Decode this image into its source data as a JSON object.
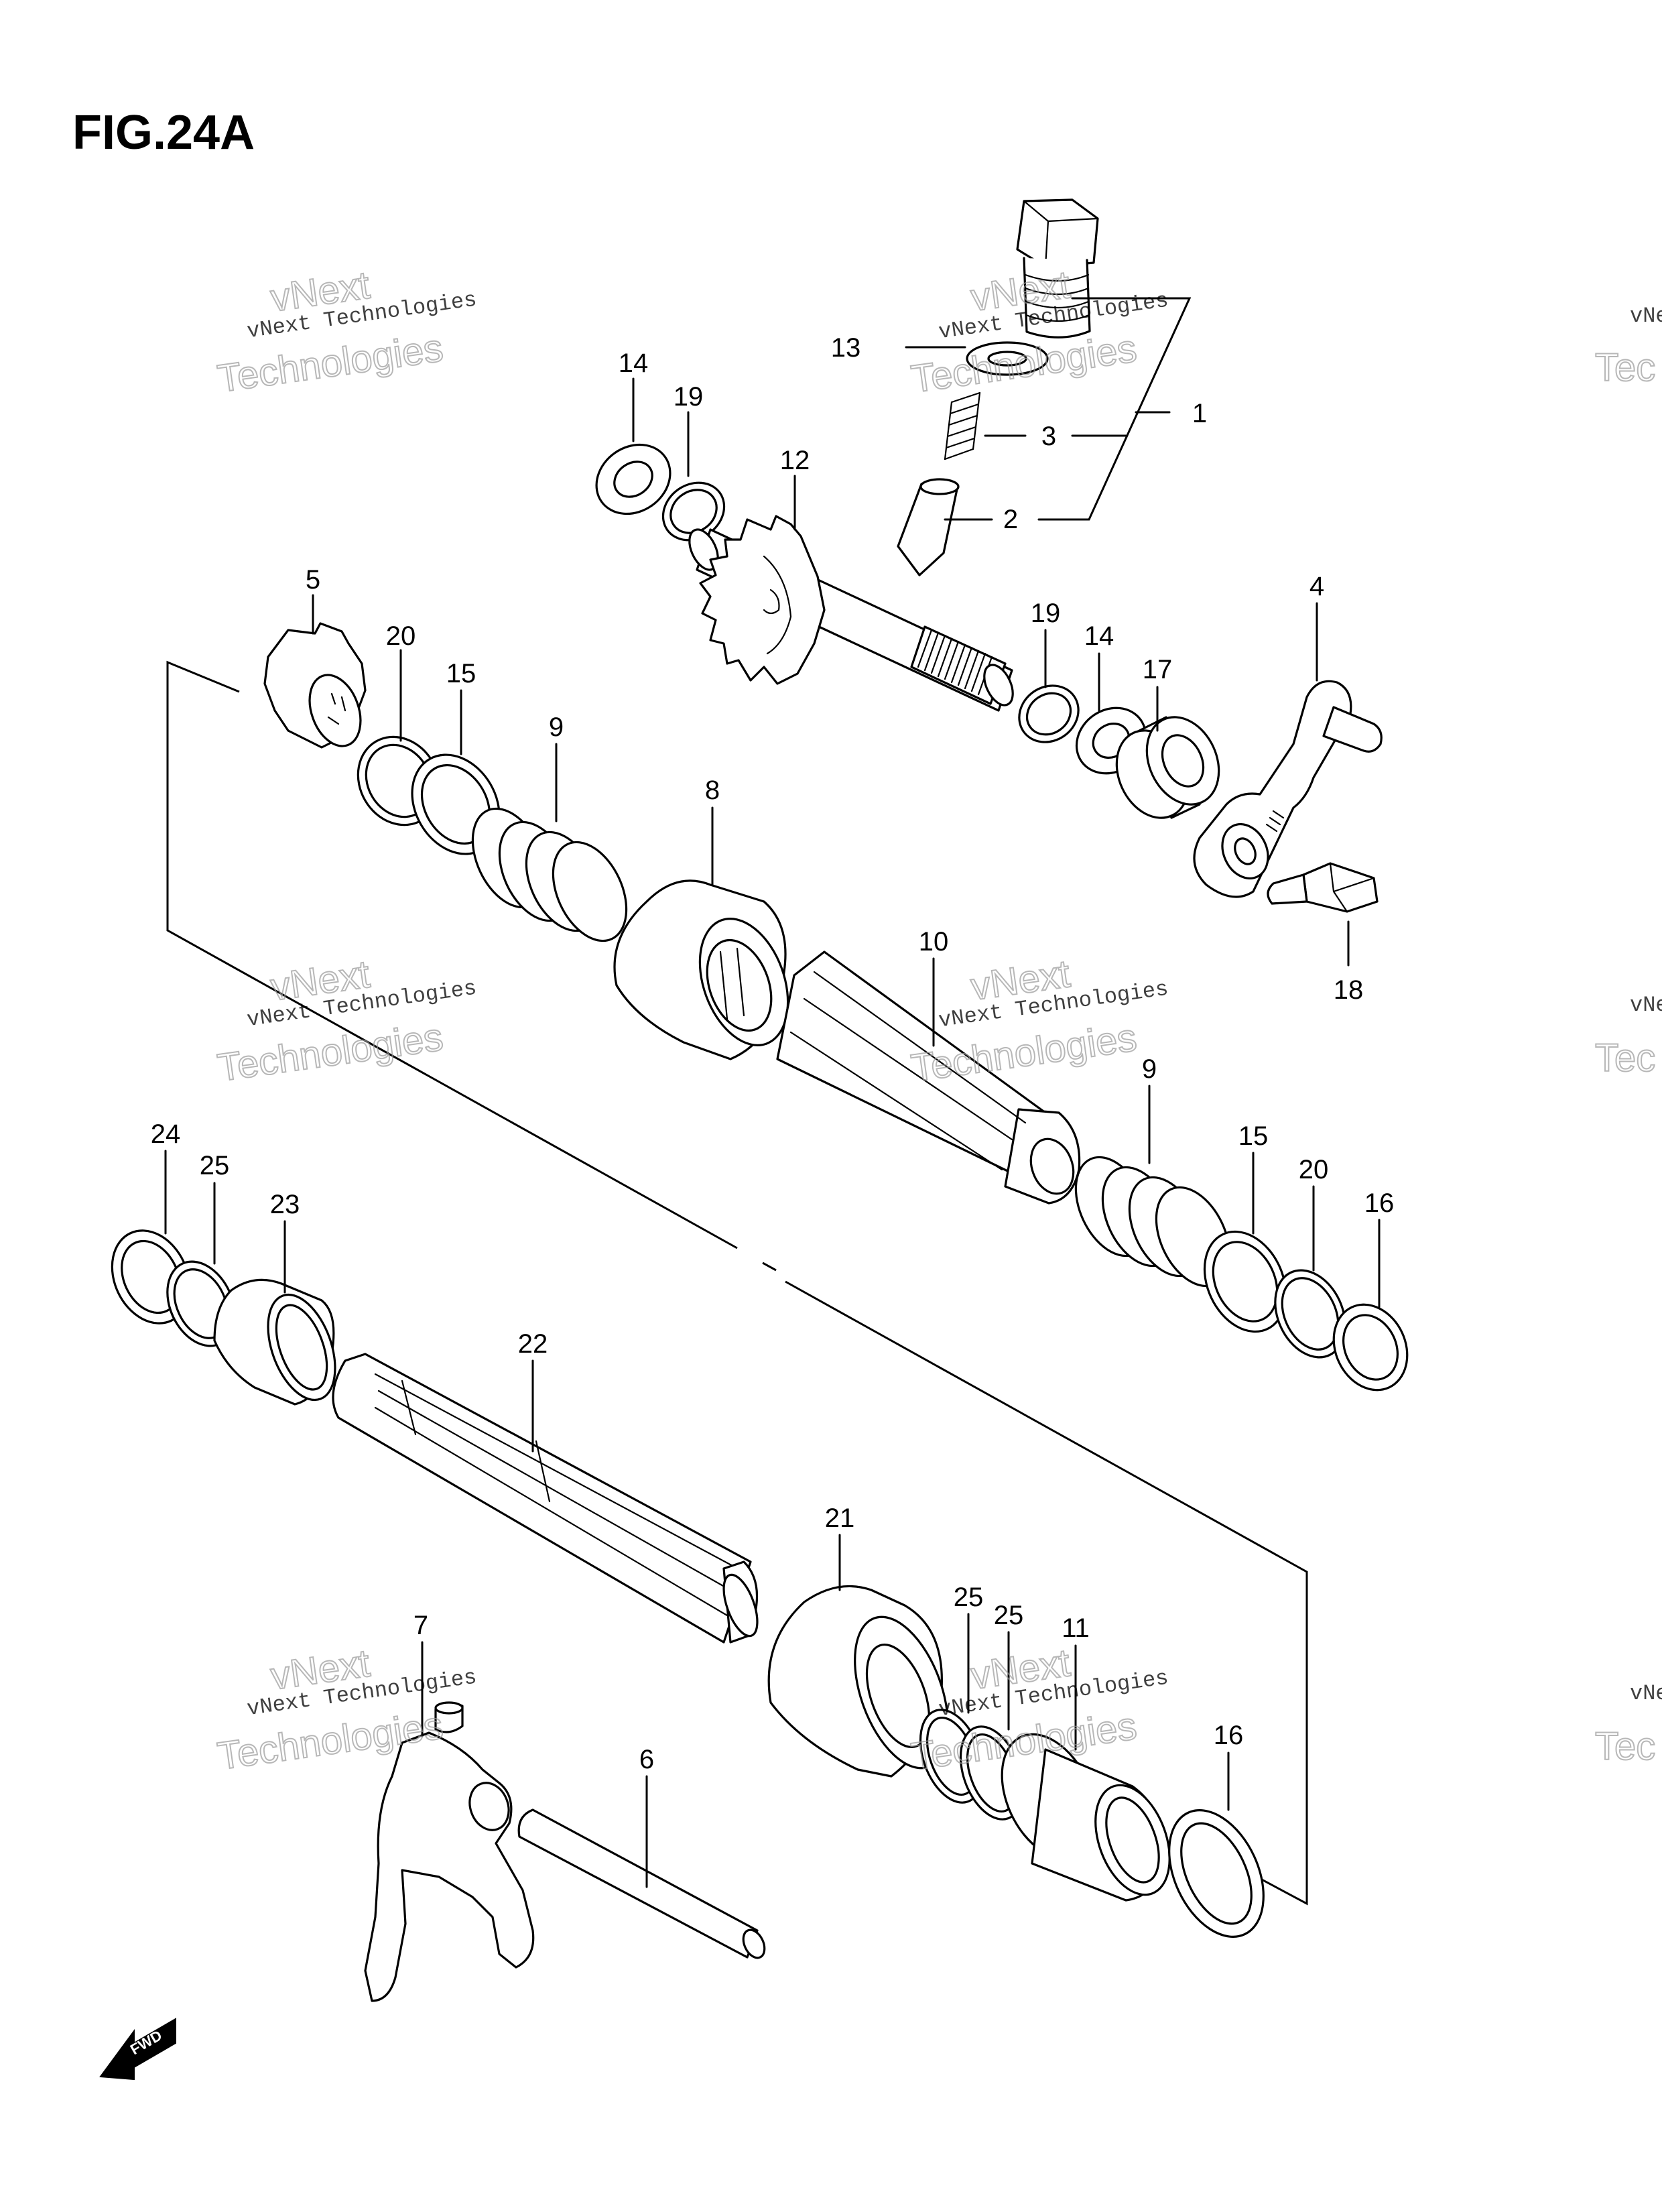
{
  "figure": {
    "title": "FIG.24A",
    "fwd_label": "FWD"
  },
  "watermark": {
    "line1": "vNext Technologies",
    "line2": "vNext",
    "line3": "Technologies",
    "fragment_small": "vNe",
    "fragment_big": "Tec"
  },
  "callouts": [
    {
      "num": "1"
    },
    {
      "num": "2"
    },
    {
      "num": "3"
    },
    {
      "num": "4"
    },
    {
      "num": "5"
    },
    {
      "num": "6"
    },
    {
      "num": "7"
    },
    {
      "num": "8"
    },
    {
      "num": "9"
    },
    {
      "num": "9"
    },
    {
      "num": "10"
    },
    {
      "num": "11"
    },
    {
      "num": "12"
    },
    {
      "num": "13"
    },
    {
      "num": "14"
    },
    {
      "num": "14"
    },
    {
      "num": "15"
    },
    {
      "num": "15"
    },
    {
      "num": "16"
    },
    {
      "num": "16"
    },
    {
      "num": "17"
    },
    {
      "num": "18"
    },
    {
      "num": "19"
    },
    {
      "num": "19"
    },
    {
      "num": "20"
    },
    {
      "num": "20"
    },
    {
      "num": "21"
    },
    {
      "num": "22"
    },
    {
      "num": "23"
    },
    {
      "num": "24"
    },
    {
      "num": "25"
    },
    {
      "num": "25"
    },
    {
      "num": "25"
    }
  ],
  "colors": {
    "line": "#000000",
    "background": "#ffffff",
    "watermark_outline": "#9a9a9a"
  }
}
